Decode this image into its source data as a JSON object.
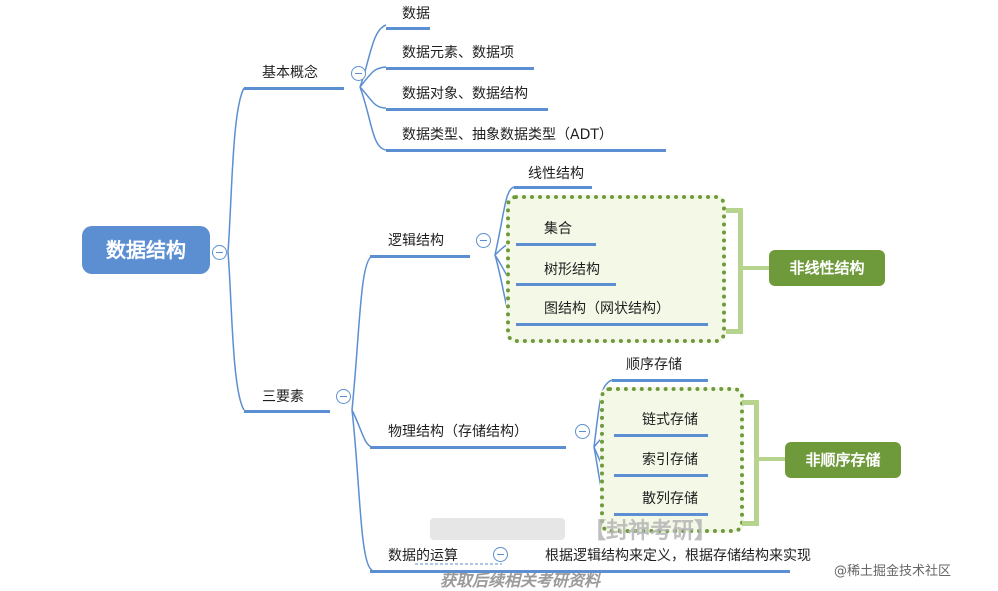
{
  "root": {
    "label": "数据结构"
  },
  "basic_concepts": {
    "label": "基本概念",
    "items": [
      "数据",
      "数据元素、数据项",
      "数据对象、数据结构",
      "数据类型、抽象数据类型（ADT）"
    ]
  },
  "three_elements": {
    "label": "三要素",
    "logical": {
      "label": "逻辑结构",
      "linear": "线性结构",
      "nonlinear_items": [
        "集合",
        "树形结构",
        "图结构（网状结构）"
      ],
      "nonlinear_label": "非线性结构"
    },
    "physical": {
      "label": "物理结构（存储结构）",
      "sequential": "顺序存储",
      "nonsequential_items": [
        "链式存储",
        "索引存储",
        "散列存储"
      ],
      "nonsequential_label": "非顺序存储"
    },
    "operations": {
      "label": "数据的运算",
      "note": "根据逻辑结构来定义，根据存储结构来实现"
    }
  },
  "watermarks": {
    "center": "【封神考研】",
    "bottom": "获取后续相关考研资料",
    "corner": "@稀土掘金技术社区"
  },
  "colors": {
    "blue": "#5b8fd2",
    "green": "#6f9a3c",
    "light_green": "#b7d48f"
  }
}
